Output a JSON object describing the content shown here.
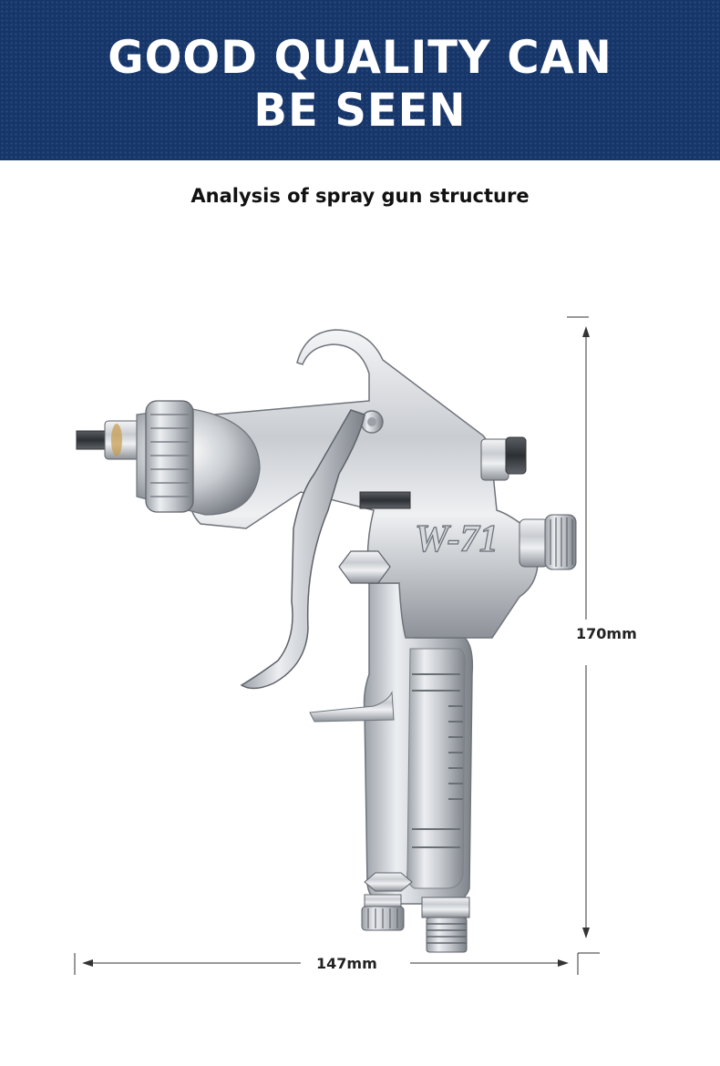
{
  "banner": {
    "line1": "GOOD QUALITY CAN",
    "line2": "BE SEEN",
    "background_color": "#16366a"
  },
  "subtitle": "Analysis of spray gun structure",
  "product": {
    "model_marking": "W-71"
  },
  "dimensions": {
    "height_label": "170mm",
    "width_label": "147mm"
  }
}
